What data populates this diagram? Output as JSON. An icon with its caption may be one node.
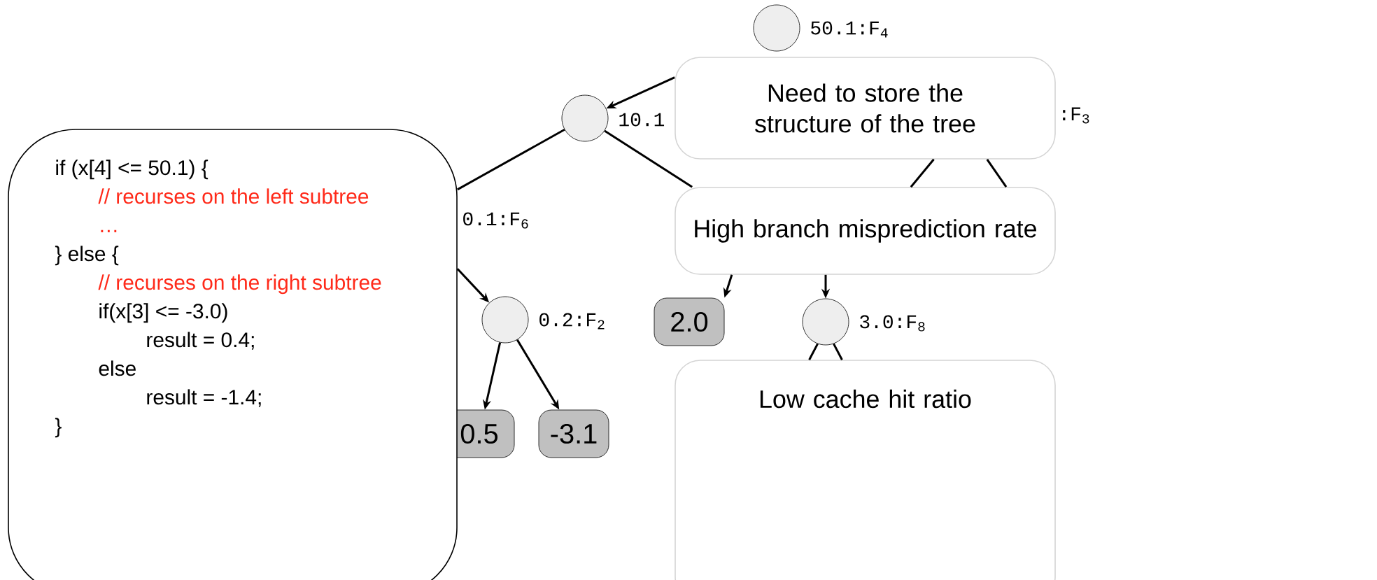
{
  "diagram": {
    "nodes": [
      {
        "text": [],
        "shape": "circle",
        "beside": [
          "50.1:F$_{4}$"
        ]
      },
      {
        "text": [],
        "shape": "circle",
        "beside": [
          "10.1"
        ]
      },
      {
        "text": [],
        "shape": "circle",
        "beside": [
          "0.2:F$_{2}$"
        ]
      },
      {
        "text": [
          "2.0"
        ]
      },
      {
        "text": [],
        "shape": "circle",
        "beside": [
          "3.0:F$_{8}$"
        ]
      },
      {
        "text": [
          "0.5"
        ]
      },
      {
        "text": [
          "-3.1"
        ]
      },
      {
        "text": [
          "if (x[4] <= 50.1) {",
          "// recurses on the left subtree",
          "…",
          "} else {",
          "// recurses on the right subtree",
          "if(x[3] <= -3.0)",
          "result = 0.4;",
          "else",
          "result = -1.4;",
          "}"
        ],
        "beside": [
          "0.1:F$_{6}$"
        ]
      },
      {
        "text": [
          "Need to store the structure of the tree"
        ],
        "beside": [
          ":F$_{3}$"
        ]
      },
      {
        "text": [
          "High branch misprediction rate"
        ]
      },
      {
        "text": [
          "Low cache hit ratio"
        ]
      }
    ],
    "edges": [
      {
        "from": 8,
        "to": 1,
        "arrow": "to"
      },
      {
        "from": 1,
        "to": 7,
        "arrow": "none"
      },
      {
        "from": 1,
        "to": 9,
        "arrow": "none"
      },
      {
        "from": 7,
        "to": 2,
        "arrow": "to"
      },
      {
        "from": 2,
        "to": 5,
        "arrow": "to"
      },
      {
        "from": 2,
        "to": 6,
        "arrow": "to"
      },
      {
        "from": 9,
        "to": 3,
        "arrow": "to"
      },
      {
        "from": 9,
        "to": 4,
        "arrow": "to"
      },
      {
        "from": 4,
        "to": 10,
        "arrow": "none"
      },
      {
        "from": 4,
        "to": 10,
        "arrow": "none"
      },
      {
        "from": 8,
        "to": 9,
        "arrow": "none"
      },
      {
        "from": 8,
        "to": 9,
        "arrow": "none"
      }
    ]
  }
}
